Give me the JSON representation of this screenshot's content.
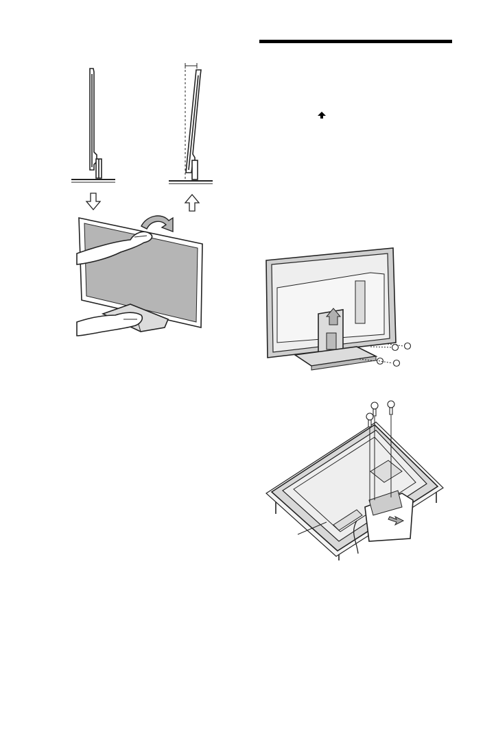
{
  "page": {
    "background": "#ffffff",
    "line_color": "#222222",
    "screen_fill": "#b5b5b5",
    "panel_fill": "#e6e6e6"
  },
  "illustrations": {
    "tv_side_upright": "tv-side-view-upright",
    "tv_side_tilted": "tv-side-view-tilted",
    "arrow_down": "outline-arrow-down-icon",
    "arrow_up": "outline-arrow-up-icon",
    "tv_front_tilt": "tv-front-hands-tilting",
    "curved_arrow": "curved-tilt-arrow-icon",
    "tv_rear_stand": "tv-rear-stand-removal",
    "tv_face_down": "tv-face-down-stand-removal"
  },
  "section_marker": {
    "rule": "section-heading-rule",
    "inline_icon": "up-arrow-icon"
  }
}
